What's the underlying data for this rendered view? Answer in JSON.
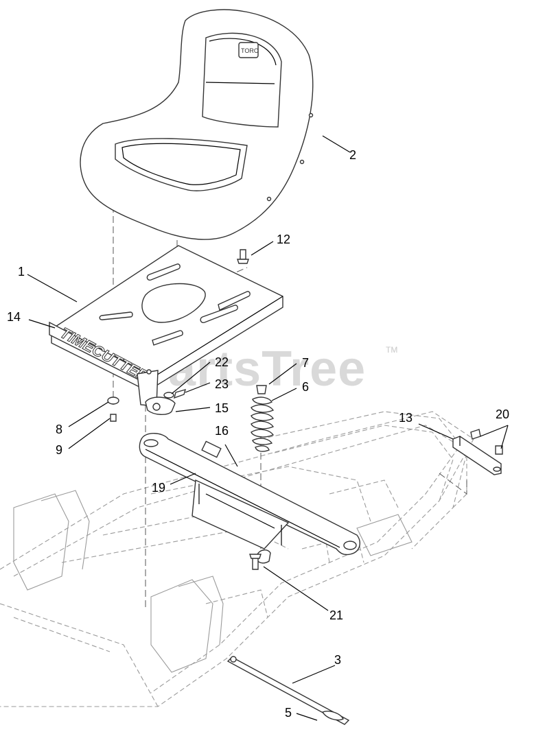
{
  "watermark": {
    "text": "PartsTree",
    "tm": "TM"
  },
  "seat_logo": "TORO",
  "decal_text": "TIMECUTTER",
  "callouts": [
    {
      "id": "c1",
      "label": "1"
    },
    {
      "id": "c2",
      "label": "2"
    },
    {
      "id": "c3",
      "label": "3"
    },
    {
      "id": "c5",
      "label": "5"
    },
    {
      "id": "c6",
      "label": "6"
    },
    {
      "id": "c7",
      "label": "7"
    },
    {
      "id": "c8",
      "label": "8"
    },
    {
      "id": "c9",
      "label": "9"
    },
    {
      "id": "c12",
      "label": "12"
    },
    {
      "id": "c13",
      "label": "13"
    },
    {
      "id": "c14",
      "label": "14"
    },
    {
      "id": "c15",
      "label": "15"
    },
    {
      "id": "c16",
      "label": "16"
    },
    {
      "id": "c19",
      "label": "19"
    },
    {
      "id": "c20",
      "label": "20"
    },
    {
      "id": "c21",
      "label": "21"
    },
    {
      "id": "c22",
      "label": "22"
    },
    {
      "id": "c23",
      "label": "23"
    }
  ]
}
